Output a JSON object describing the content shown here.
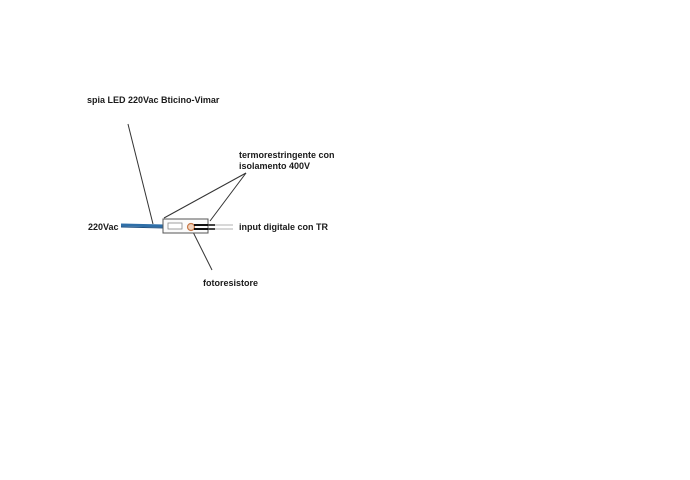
{
  "labels": {
    "led": "spia LED 220Vac Bticino-Vimar",
    "heatshrink_line1": "termorestringente con",
    "heatshrink_line2": "isolamento 400V",
    "mains": "220Vac",
    "input": "input digitale con TR",
    "photoresistor": "fotoresistore"
  },
  "colors": {
    "line": "#333333",
    "mains_cable": "#2f6fa8",
    "mains_cable_dark": "#1f4f80",
    "heatshrink": "#555555",
    "output_wire": "#111111",
    "photoresistor": "#c77a4a"
  }
}
